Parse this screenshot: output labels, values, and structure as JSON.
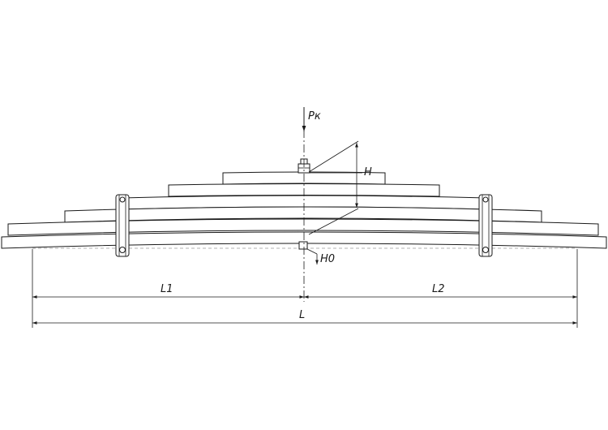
{
  "labels": {
    "load": "Pк",
    "height": "H",
    "height0": "H0",
    "length1": "L1",
    "length2": "L2",
    "length": "L"
  },
  "colors": {
    "line": "#1a1a1a",
    "background": "#ffffff",
    "hidden_line": "#999999"
  }
}
